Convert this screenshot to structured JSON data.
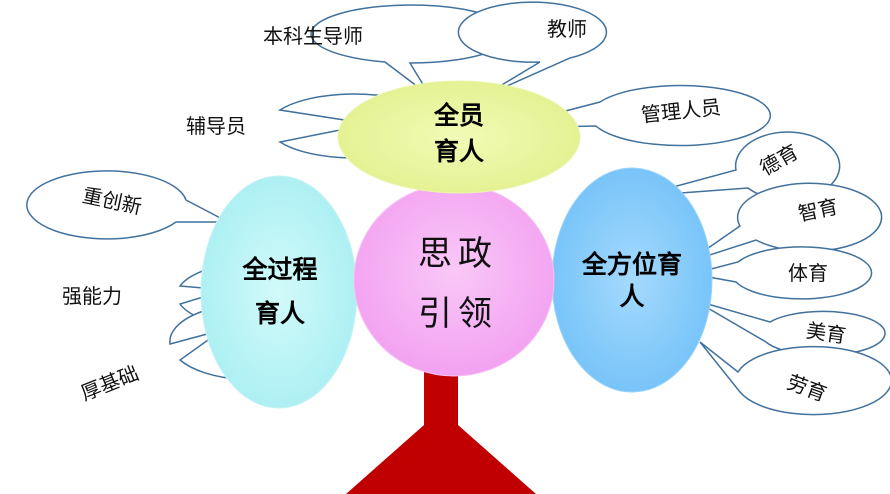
{
  "center": {
    "line1": "思政",
    "line2": "引领"
  },
  "top": {
    "line1": "全员",
    "line2": "育人"
  },
  "left": {
    "line1": "全过程",
    "line2": "育人"
  },
  "right": {
    "line1": "全方位育",
    "line2": "人"
  },
  "callouts": {
    "tutor": "本科生导师",
    "teacher": "教师",
    "counselor": "辅导员",
    "admin": "管理人员",
    "innovation": "重创新",
    "ability": "强能力",
    "foundation": "厚基础",
    "moral": "德育",
    "intellectual": "智育",
    "physical": "体育",
    "aesthetic": "美育",
    "labor": "劳育"
  },
  "colors": {
    "center": "#f5a6f2",
    "top": "#e8f59a",
    "left": "#b4f2f4",
    "right": "#86ccfb",
    "trunk": "#c00000",
    "callout_border": "#41719c"
  }
}
